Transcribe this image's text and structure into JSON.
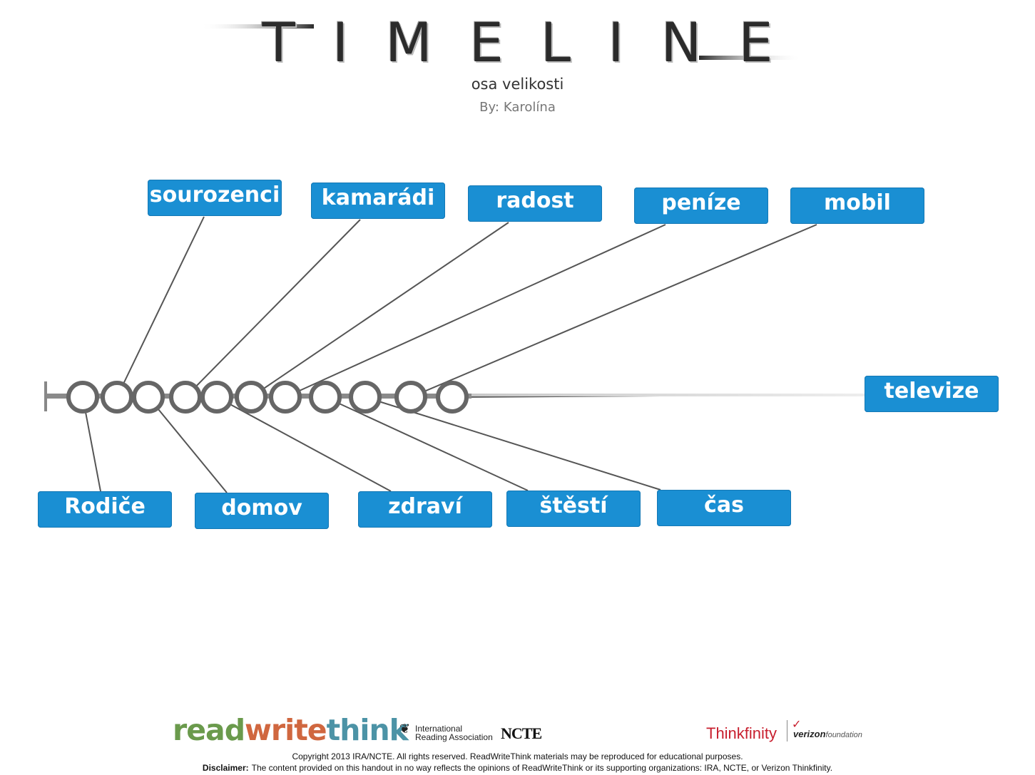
{
  "header": {
    "title": "TIMELINE",
    "subtitle": "osa velikosti",
    "by_label": "By:",
    "author": "Karolína"
  },
  "timeline": {
    "marker_count": 11,
    "events": [
      {
        "label": "sourozenci",
        "marker": 2
      },
      {
        "label": "kamarádi",
        "marker": 4
      },
      {
        "label": "radost",
        "marker": 6
      },
      {
        "label": "peníze",
        "marker": 7
      },
      {
        "label": "mobil",
        "marker": 10
      },
      {
        "label": "televize",
        "marker": 11
      },
      {
        "label": "Rodiče",
        "marker": 1
      },
      {
        "label": "domov",
        "marker": 3
      },
      {
        "label": "zdraví",
        "marker": 5
      },
      {
        "label": "štěstí",
        "marker": 8
      },
      {
        "label": "čas",
        "marker": 9
      }
    ]
  },
  "footer": {
    "rwt_read": "read",
    "rwt_write": "write",
    "rwt_think": "think",
    "ira_line1": "International",
    "ira_line2": "Reading Association",
    "ncte": "NCTE",
    "thinkfinity": "Thinkfinity",
    "verizon": "verizon",
    "verizon_foundation": "foundation",
    "copyright": "Copyright 2013 IRA/NCTE. All rights reserved. ReadWriteThink materials may be reproduced for educational purposes.",
    "disclaimer_label": "Disclaimer:",
    "disclaimer_text": "The content provided on this handout in no way reflects the opinions of ReadWriteThink or its supporting organizations: IRA, NCTE, or Verizon Thinkfinity."
  },
  "colors": {
    "event_box": "#1a8fd3",
    "marker_stroke": "#666666",
    "connector": "#555555"
  }
}
